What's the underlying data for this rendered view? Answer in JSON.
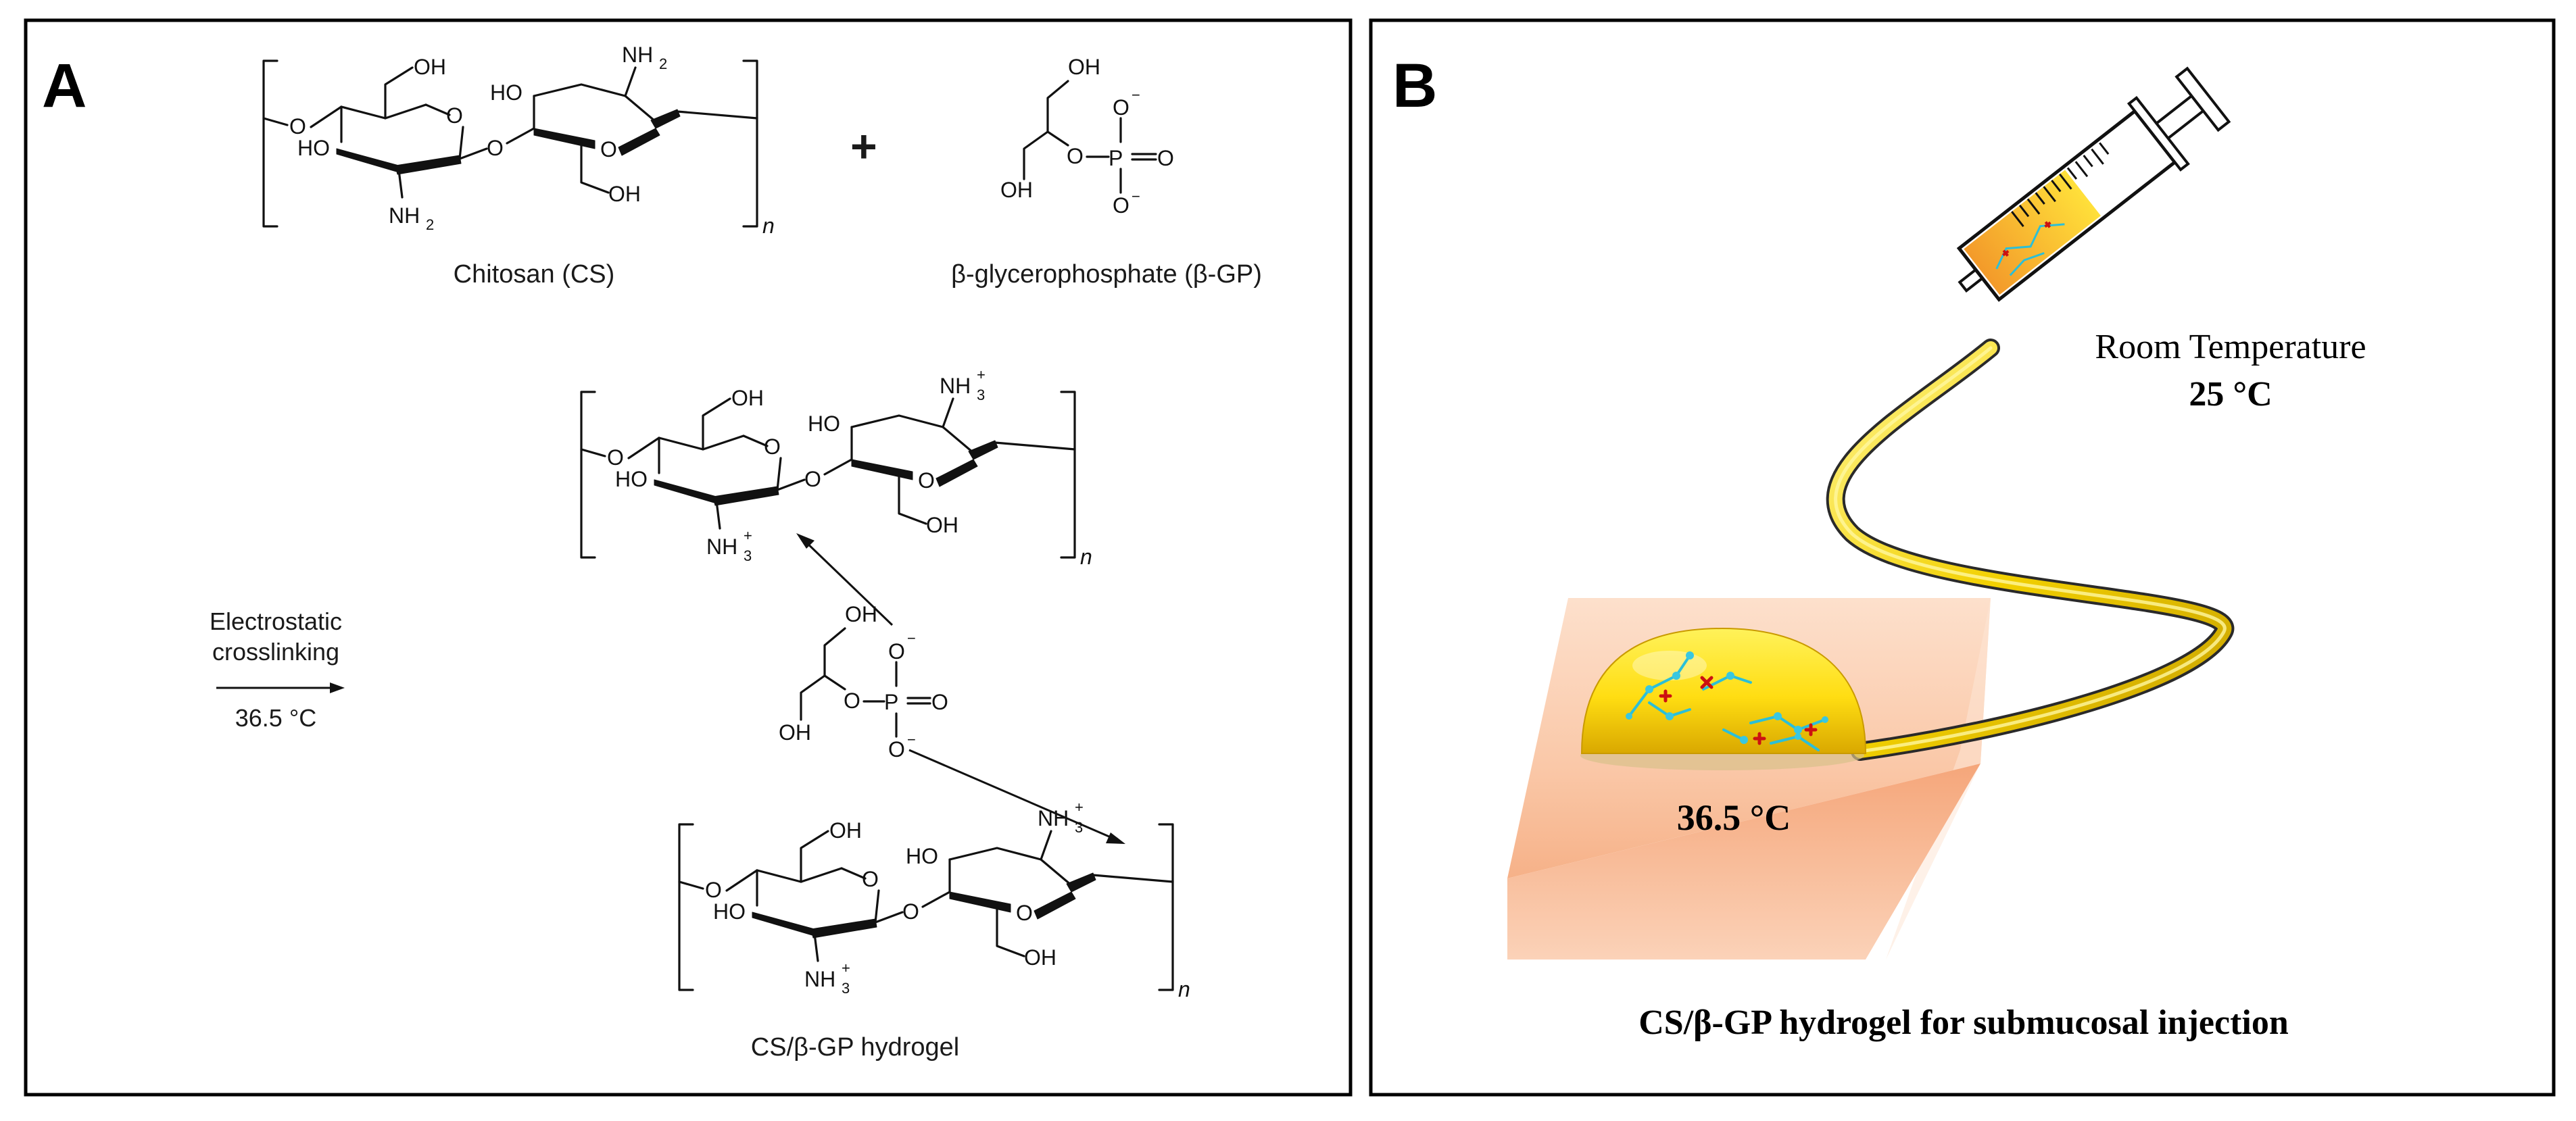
{
  "panel_a": {
    "letter": "A",
    "chitosan_label": "Chitosan (CS)",
    "bgp_label": "β-glycerophosphate (β-GP)",
    "plus_sign": "+",
    "condition_line1": "Electrostatic",
    "condition_line2": "crosslinking",
    "condition_temp": "36.5 °C",
    "product_label": "CS/β-GP hydrogel",
    "repeat_index": "n",
    "atoms": {
      "oh": "OH",
      "ho": "HO",
      "o": "O",
      "nh2": "NH",
      "nh3": "NH",
      "sub2": "2",
      "sub3": "3",
      "plus": "+",
      "minus": "−",
      "p": "P"
    },
    "colors": {
      "ink": "#111111",
      "frame": "#000000"
    }
  },
  "panel_b": {
    "letter": "B",
    "room_temp_label": "Room Temperature",
    "room_temp_value": "25 °C",
    "body_temp_label": "36.5 °C",
    "caption": "CS/β-GP hydrogel for submucosal injection",
    "colors": {
      "tissue": "#f8c6a6",
      "tissue_edge": "#f3a57a",
      "gel": "#ffe11a",
      "gel_shade": "#e8b800",
      "tube": "#f2d200",
      "syringe_fill": "#f5c33a",
      "network_nodes": "#2bbfd8",
      "crosslinker": "#cc1111"
    }
  }
}
